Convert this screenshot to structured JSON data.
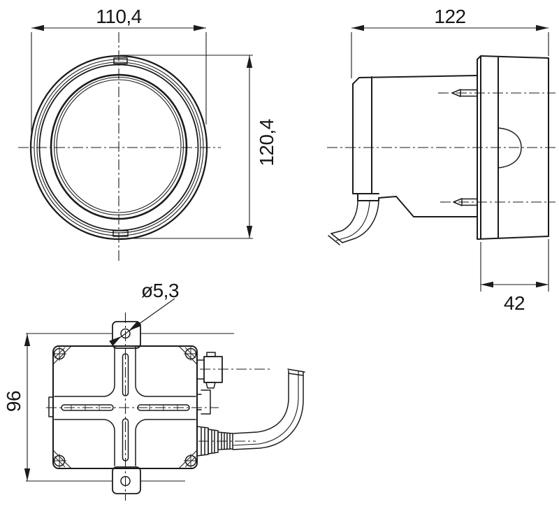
{
  "drawing": {
    "views": {
      "front": {
        "name": "front-view",
        "dimensions": {
          "width": "110,4",
          "height": "120,4"
        }
      },
      "side": {
        "name": "side-view",
        "dimensions": {
          "depth": "122",
          "lens_depth": "42"
        }
      },
      "bottom": {
        "name": "bottom-view",
        "dimensions": {
          "mounting_hole_diameter": "ø5,3",
          "bracket_height": "96"
        }
      }
    },
    "colors": {
      "line": "#1b1b1b",
      "background": "#ffffff"
    }
  }
}
